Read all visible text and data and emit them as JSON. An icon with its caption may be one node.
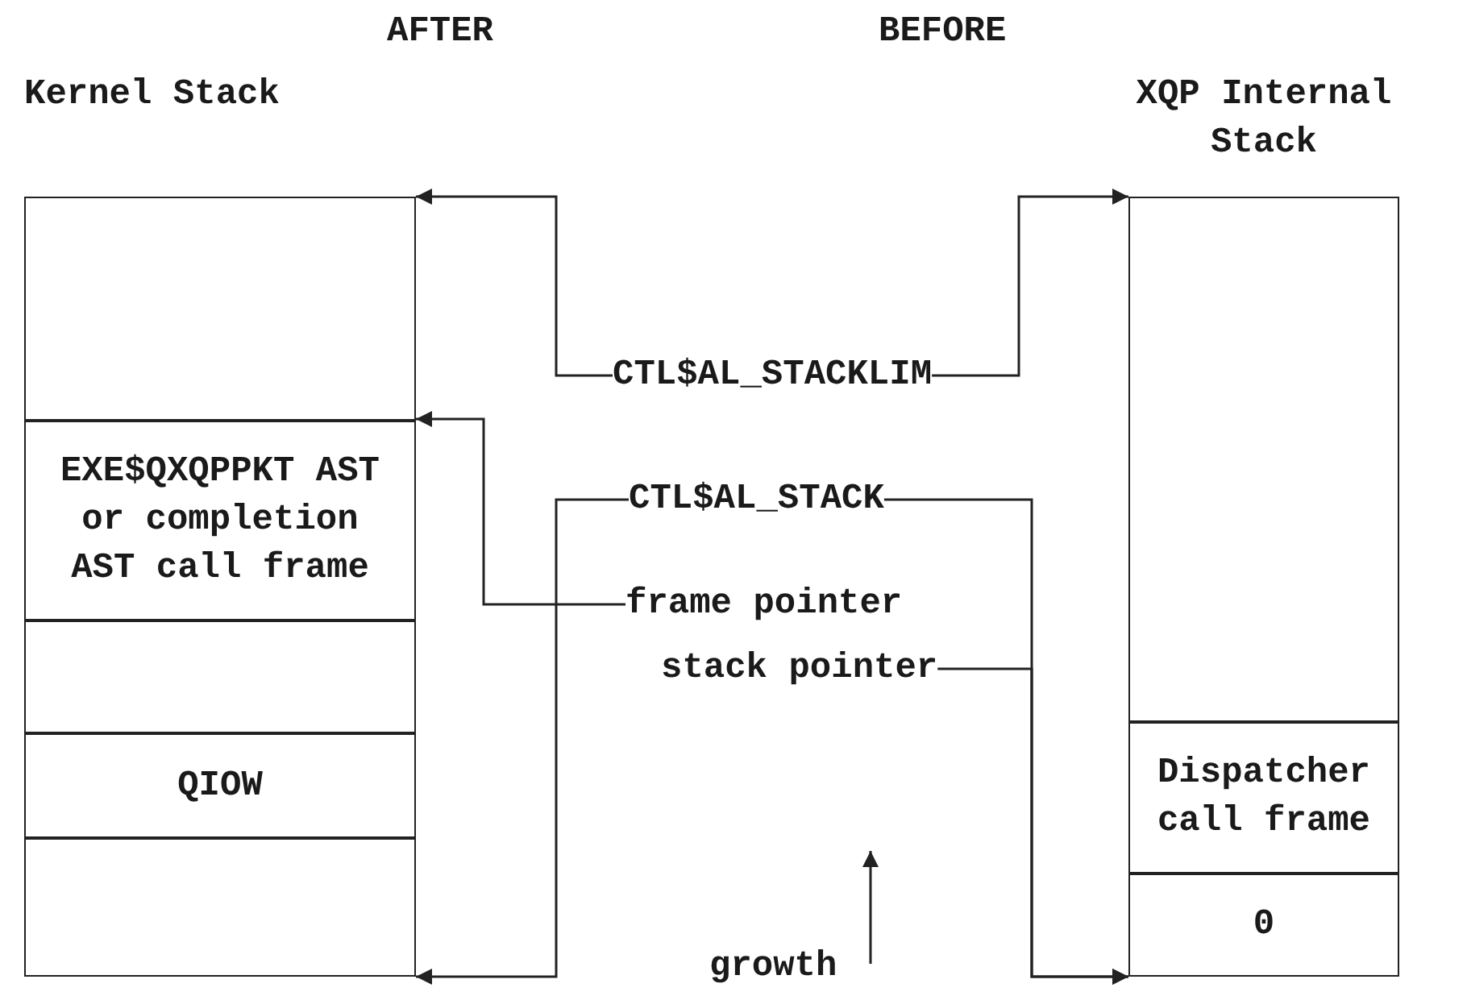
{
  "diagram": {
    "nodes": [
      {
        "text": [
          "Kernel Stack"
        ]
      },
      {
        "text": [],
        "shape": "box",
        "in": 0
      },
      {
        "text": [
          "EXE$QXQPPKT AST or completion AST call frame"
        ],
        "in": 0
      },
      {
        "text": [],
        "shape": "box",
        "in": 0
      },
      {
        "text": [
          "QIOW"
        ],
        "in": 0
      },
      {
        "text": [],
        "shape": "box",
        "in": 0
      },
      {
        "text": [
          "XQP Internal Stack"
        ]
      },
      {
        "text": [],
        "shape": "box",
        "in": 6
      },
      {
        "text": [
          "Dispatcher call frame"
        ],
        "in": 6
      },
      {
        "text": [
          "0"
        ],
        "in": 6
      },
      {
        "text": [
          "CTL$AL_STACKLIM"
        ]
      },
      {
        "text": [
          "CTL$AL_STACK"
        ]
      },
      {
        "text": [
          "frame pointer"
        ]
      },
      {
        "text": [
          "stack pointer"
        ]
      }
    ],
    "edges": [
      {
        "from": 10,
        "to": 1,
        "arrow": "to"
      },
      {
        "from": 10,
        "to": 7,
        "arrow": "to"
      },
      {
        "from": 11,
        "to": 5,
        "arrow": "to"
      },
      {
        "from": 11,
        "to": 9,
        "arrow": "to"
      },
      {
        "from": 12,
        "to": 2,
        "arrow": "to"
      },
      {
        "from": 13,
        "to": 9,
        "arrow": "to"
      }
    ],
    "labels": [
      "AFTER",
      "BEFORE",
      "growth"
    ]
  }
}
